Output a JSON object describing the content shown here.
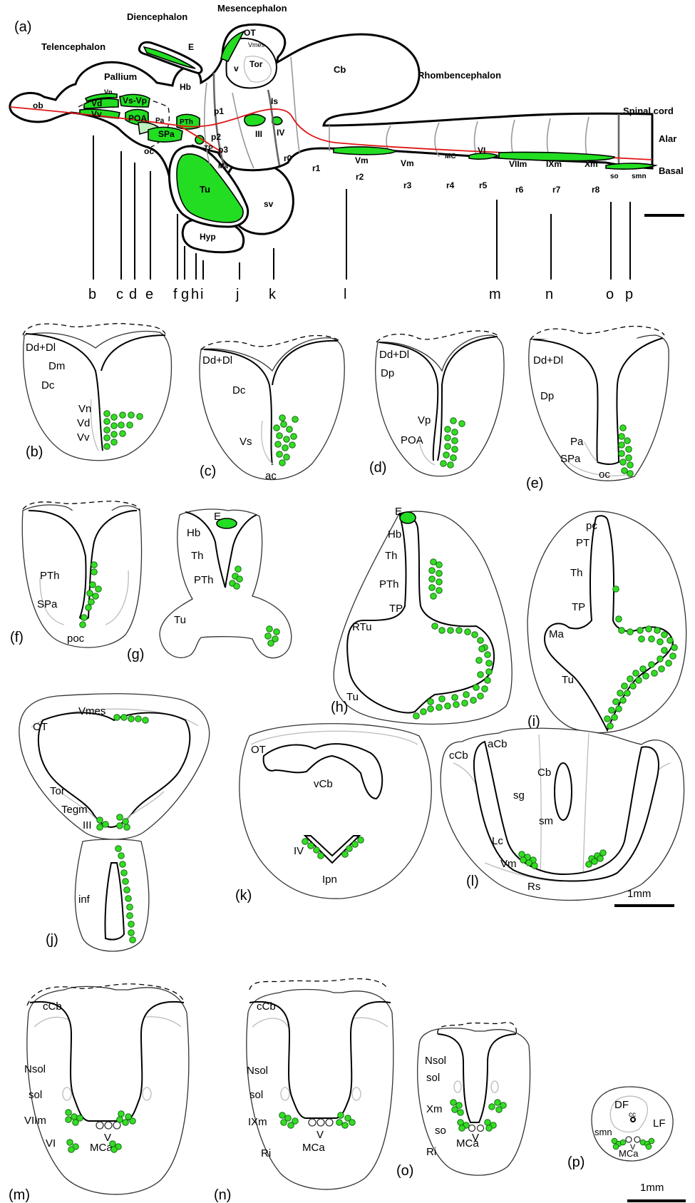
{
  "panel_a": {
    "label": "(a)",
    "regions": {
      "telencephalon": "Telencephalon",
      "diencephalon": "Diencephalon",
      "mesencephalon": "Mesencephalon",
      "rhombencephalon": "Rhombencephalon",
      "spinal_cord": "Spinal cord",
      "alar": "Alar",
      "basal": "Basal"
    },
    "structures": {
      "ob": "ob",
      "pallium": "Pallium",
      "vn": "Vn",
      "vd": "Vd",
      "vsvp": "Vs-Vp",
      "vv": "Vv",
      "poa": "POA",
      "pa": "Pa",
      "spa": "SPa",
      "oc": "oc",
      "hb": "Hb",
      "e": "E",
      "pth": "PTh",
      "tp": "TP",
      "ma": "Ma",
      "tu": "Tu",
      "sv": "sv",
      "hyp": "Hyp",
      "ot": "OT",
      "vmes": "Vmes",
      "v": "v",
      "tor": "Tor",
      "p1": "p1",
      "p2": "p2",
      "p3": "p3",
      "is": "Is",
      "iii": "III",
      "iv": "IV",
      "cb": "Cb",
      "r0": "r0",
      "r1": "r1",
      "r2": "r2",
      "r3": "r3",
      "r4": "r4",
      "r5": "r5",
      "r6": "r6",
      "r7": "r7",
      "r8": "r8",
      "vm1": "Vm",
      "vm2": "Vm",
      "mc": "MC",
      "vi": "VI",
      "viim": "VIIm",
      "ixm": "IXm",
      "xm": "Xm",
      "so": "so",
      "smn": "smn"
    },
    "section_levels": [
      "b",
      "c",
      "d",
      "e",
      "f",
      "g",
      "h",
      "i",
      "j",
      "k",
      "l",
      "m",
      "n",
      "o",
      "p"
    ]
  },
  "sections": {
    "b": {
      "label": "(b)",
      "texts": [
        "Dd+Dl",
        "Dm",
        "Dc",
        "Vn",
        "Vd",
        "Vv"
      ]
    },
    "c": {
      "label": "(c)",
      "texts": [
        "Dd+Dl",
        "Dc",
        "Vs",
        "ac"
      ]
    },
    "d": {
      "label": "(d)",
      "texts": [
        "Dd+Dl",
        "Dp",
        "Vp",
        "POA"
      ]
    },
    "e": {
      "label": "(e)",
      "texts": [
        "Dd+Dl",
        "Dp",
        "Pa",
        "SPa",
        "oc"
      ]
    },
    "f": {
      "label": "(f)",
      "texts": [
        "PTh",
        "SPa",
        "poc"
      ]
    },
    "g": {
      "label": "(g)",
      "texts": [
        "E",
        "Hb",
        "Th",
        "PTh",
        "Tu"
      ]
    },
    "h": {
      "label": "(h)",
      "texts": [
        "E",
        "Hb",
        "Th",
        "PTh",
        "TP",
        "RTu",
        "Tu"
      ]
    },
    "i": {
      "label": "(i)",
      "texts": [
        "pc",
        "PT",
        "Th",
        "TP",
        "Ma",
        "Tu"
      ]
    },
    "j": {
      "label": "(j)",
      "texts": [
        "OT",
        "Vmes",
        "Tor",
        "Tegm",
        "III",
        "inf"
      ]
    },
    "k": {
      "label": "(k)",
      "texts": [
        "OT",
        "vCb",
        "IV",
        "Ipn"
      ]
    },
    "l": {
      "label": "(l)",
      "texts": [
        "cCb",
        "aCb",
        "Cb",
        "sg",
        "sm",
        "Lc",
        "Vm",
        "Rs"
      ]
    },
    "m": {
      "label": "(m)",
      "texts": [
        "cCb",
        "Nsol",
        "sol",
        "VIIm",
        "VI",
        "V",
        "MCa"
      ]
    },
    "n": {
      "label": "(n)",
      "texts": [
        "cCb",
        "Nsol",
        "sol",
        "IXm",
        "V",
        "Ri",
        "MCa"
      ]
    },
    "o": {
      "label": "(o)",
      "texts": [
        "Nsol",
        "sol",
        "Xm",
        "so",
        "V",
        "Ri",
        "MCa"
      ]
    },
    "p": {
      "label": "(p)",
      "texts": [
        "DF",
        "cc",
        "LF",
        "smn",
        "V",
        "MCa"
      ]
    }
  },
  "scale_bars": [
    "1mm",
    "1mm"
  ],
  "colors": {
    "labeled_cells": "#33dd22",
    "alar_basal_boundary": "#e01818"
  }
}
